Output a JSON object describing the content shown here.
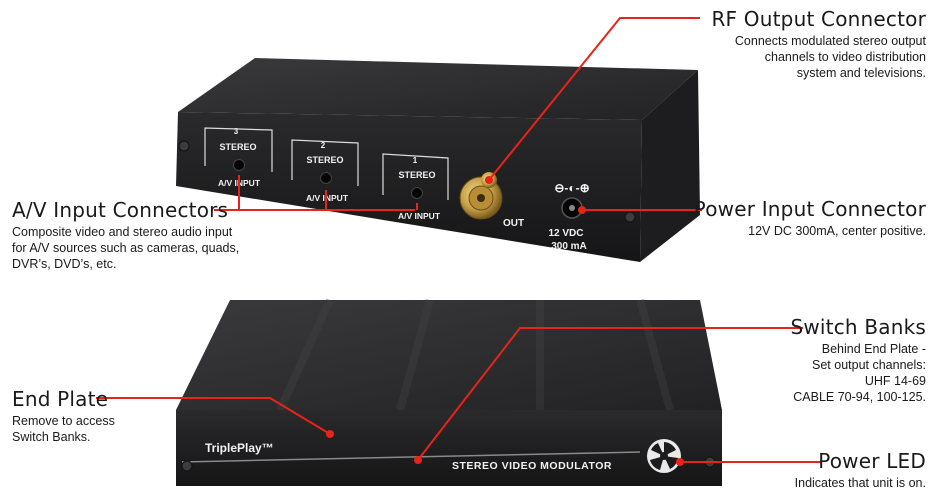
{
  "callouts": {
    "rf": {
      "title": "RF Output Connector",
      "desc": "Connects modulated stereo output\nchannels to video distribution\nsystem and televisions."
    },
    "av": {
      "title": "A/V Input Connectors",
      "desc": "Composite video and stereo audio input\nfor A/V sources such as cameras, quads,\nDVR’s, DVD’s, etc."
    },
    "power": {
      "title": "Power Input Connector",
      "desc": "12V DC 300mA, center positive."
    },
    "switch": {
      "title": "Switch Banks",
      "desc": "Behind End Plate -\nSet output channels:\nUHF 14-69\nCABLE 70-94, 100-125."
    },
    "endplate": {
      "title": "End Plate",
      "desc": "Remove to access\nSwitch Banks."
    },
    "led": {
      "title": "Power LED",
      "desc": "Indicates that unit is on."
    }
  },
  "device": {
    "ports": [
      {
        "number": "3",
        "mode": "STEREO",
        "label": "A/V INPUT"
      },
      {
        "number": "2",
        "mode": "STEREO",
        "label": "A/V INPUT"
      },
      {
        "number": "1",
        "mode": "STEREO",
        "label": "A/V INPUT"
      }
    ],
    "rf_label": "OUT",
    "power_rating_1": "12 VDC",
    "power_rating_2": "300 mA",
    "brand": "TriplePlay™",
    "model": "STEREO VIDEO MODULATOR"
  },
  "colors": {
    "leader": "#e8231a",
    "housing": "#2b2b2d",
    "faceplate": "#1c1c1e",
    "connector": "#c9a24a"
  }
}
